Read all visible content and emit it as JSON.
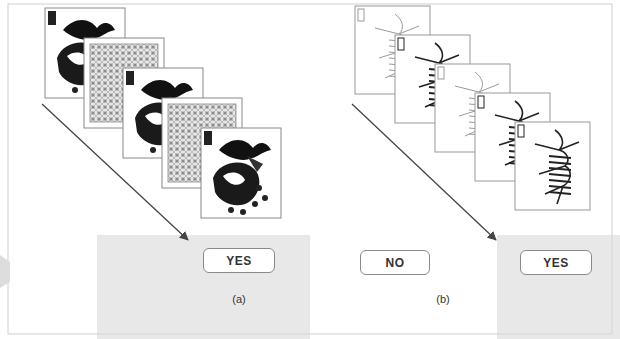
{
  "diagram": {
    "nodes": [
      {
        "text": [
          "YES"
        ]
      },
      {
        "text": [
          "NO"
        ]
      },
      {
        "text": [
          "YES"
        ]
      }
    ],
    "labels": [
      "(a)",
      "(b)"
    ]
  }
}
